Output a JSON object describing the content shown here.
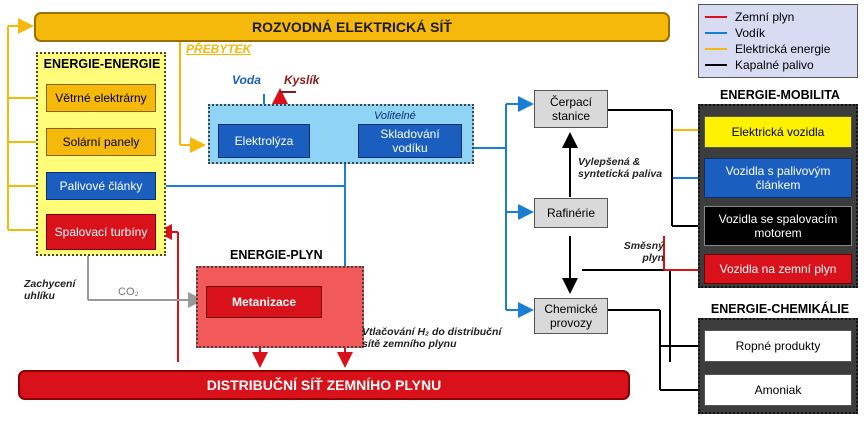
{
  "grid_bar": "ROZVODNÁ ELEKTRICKÁ SÍŤ",
  "gas_bar": "DISTRIBUČNÍ SÍŤ ZEMNÍHO PLYNU",
  "surplus_label": "PŘEBYTEK",
  "legend": [
    {
      "label": "Zemní plyn",
      "color": "#d9111a"
    },
    {
      "label": "Vodík",
      "color": "#1a7fd4"
    },
    {
      "label": "Elektrická energie",
      "color": "#f5b90c"
    },
    {
      "label": "Kapalné palivo",
      "color": "#000000"
    }
  ],
  "power_to_power": {
    "title": "ENERGIE-ENERGIE",
    "items": [
      "Větrné elektrárny",
      "Solární panely",
      "Palivové články",
      "Spalovací turbíny"
    ]
  },
  "electrolysis": {
    "water": "Voda",
    "oxygen": "Kyslík",
    "optional": "Volitelné",
    "electrolyzer": "Elektrolýza",
    "storage": "Skladování vodíku"
  },
  "power_to_gas": {
    "title": "ENERGIE-PLYN",
    "methanation": "Metanizace"
  },
  "carbon_capture": "Zachycení uhlíku",
  "co2": "CO₂",
  "injection": "Vtlačování H₂ do distribuční sítě zemního plynu",
  "improved_fuels": "Vylepšená & syntetická paliva",
  "mixed_gas": "Směsný plyn",
  "stations": [
    "Čerpací stanice",
    "Rafinérie",
    "Chemické provozy"
  ],
  "mobility": {
    "title": "ENERGIE-MOBILITA",
    "items": [
      "Elektrická vozidla",
      "Vozidla s palivovým článkem",
      "Vozidla se spalovacím motorem",
      "Vozidla na zemní plyn"
    ]
  },
  "chemicals": {
    "title": "ENERGIE-CHEMIKÁLIE",
    "items": [
      "Ropné produkty",
      "Amoniak"
    ]
  }
}
